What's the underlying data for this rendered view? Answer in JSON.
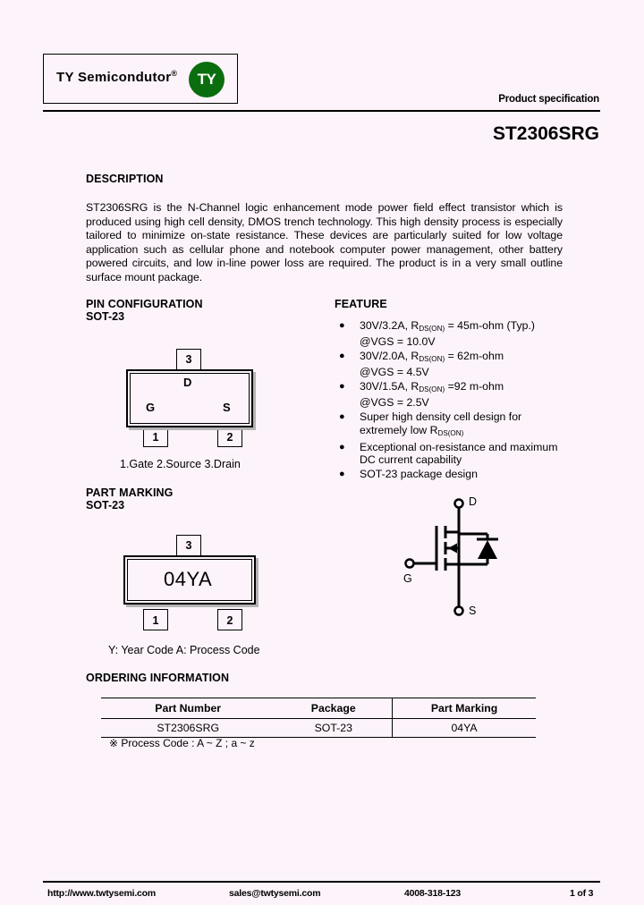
{
  "header": {
    "logo_text": "TY  Semicondutor",
    "logo_reg": "®",
    "logo_badge": "TY",
    "product_spec": "Product specification",
    "part_number": "ST2306SRG"
  },
  "description": {
    "heading": "DESCRIPTION",
    "body": "ST2306SRG is the N-Channel logic enhancement mode power field effect transistor which is produced using high cell density, DMOS trench technology. This high density process is especially tailored to minimize on-state resistance. These devices are particularly suited for low voltage application such as cellular phone and notebook computer power management, other battery powered circuits, and  low in-line power loss are required. The product is in a very small outline surface mount package."
  },
  "pin_configuration": {
    "heading": "PIN CONFIGURATION",
    "package": "SOT-23",
    "pin_top": "3",
    "pin_bottom_left": "1",
    "pin_bottom_right": "2",
    "label_drain": "D",
    "label_gate": "G",
    "label_source": "S",
    "caption": "1.Gate    2.Source    3.Drain"
  },
  "part_marking": {
    "heading": "PART MARKING",
    "package": "SOT-23",
    "marking": "04YA",
    "pin_top": "3",
    "pin_bottom_left": "1",
    "pin_bottom_right": "2",
    "caption": "Y: Year Code    A: Process Code"
  },
  "feature": {
    "heading": "FEATURE",
    "bullet": "●",
    "items": [
      {
        "line1_pre": "30V/3.2A, R",
        "sub": "DS(ON)",
        "line1_post": " = 45m-ohm (Typ.)",
        "line2": "@VGS = 10.0V"
      },
      {
        "line1_pre": "30V/2.0A, R",
        "sub": "DS(ON)",
        "line1_post": " = 62m-ohm",
        "line2": "@VGS = 4.5V"
      },
      {
        "line1_pre": "30V/1.5A, R",
        "sub": "DS(ON)",
        "line1_post": " =92 m-ohm",
        "line2": "@VGS = 2.5V"
      },
      {
        "line1_pre": "Super high density cell design for",
        "sub": "",
        "line1_post": "",
        "line2_pre": "extremely low R",
        "line2_sub": "DS(ON)"
      },
      {
        "line1_pre": "Exceptional on-resistance and maximum",
        "sub": "",
        "line1_post": "",
        "line2": "DC current capability"
      },
      {
        "line1_pre": " SOT-23 package design",
        "sub": "",
        "line1_post": "",
        "line2": ""
      }
    ]
  },
  "schematic": {
    "label_drain": "D",
    "label_gate": "G",
    "label_source": "S"
  },
  "ordering": {
    "heading": "ORDERING INFORMATION",
    "columns": [
      "Part Number",
      "Package",
      "Part Marking"
    ],
    "rows": [
      [
        "ST2306SRG",
        "SOT-23",
        "04YA"
      ]
    ],
    "note": "※ Process Code : A ~ Z ; a ~ z"
  },
  "footer": {
    "website": "http://www.twtysemi.com",
    "email": "sales@twtysemi.com",
    "phone": "4008-318-123",
    "page": "1 of 3"
  },
  "colors": {
    "page_bg": "#fdf4fb",
    "logo_green": "#0a6e0f",
    "shadow_gray": "#b4b4b4"
  }
}
